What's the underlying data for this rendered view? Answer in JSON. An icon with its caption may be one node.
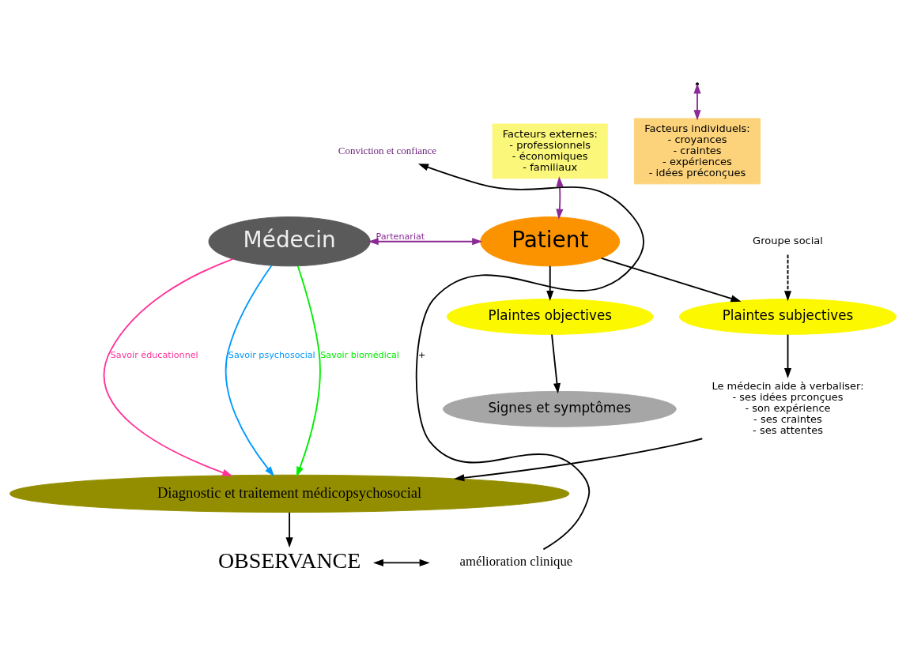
{
  "diagram": {
    "nodes": [
      {
        "text": [
          "Médecin"
        ]
      },
      {
        "text": [
          "Patient"
        ]
      },
      {
        "text": [
          "Facteurs individuels:",
          "- croyances",
          "- craintes",
          "- expériences",
          "- idées préconçues"
        ]
      },
      {
        "text": [
          "Facteurs externes:",
          "- professionnels",
          "- économiques",
          "- familiaux"
        ]
      },
      {
        "text": [
          "Groupe social"
        ]
      },
      {
        "text": [
          "Plaintes objectives"
        ]
      },
      {
        "text": [
          "Plaintes subjectives"
        ]
      },
      {
        "text": [
          "Signes et symptômes"
        ]
      },
      {
        "text": [
          "Diagnostic et traitement médicopsychosocial"
        ]
      },
      {
        "text": [
          "Le médecin aide à verbaliser:",
          "- ses idées prconçues",
          "- son expérience",
          "- ses craintes",
          "- ses attentes"
        ]
      },
      {
        "text": [
          "OBSERVANCE"
        ]
      },
      {
        "text": [
          "amélioration clinique"
        ]
      },
      {
        "text": [
          "Conviction et confiance"
        ]
      }
    ],
    "edges": [
      {
        "from": 0,
        "to": 1,
        "arrow": "both",
        "label": "Partenariat",
        "color": "#8b2a96"
      },
      {
        "from": 3,
        "to": 1,
        "arrow": "both",
        "color": "#8b2a96"
      },
      {
        "from": null,
        "to": 2,
        "arrow": "both",
        "color": "#8b2a96"
      },
      {
        "from": 0,
        "to": 8,
        "arrow": "to",
        "label": "Savoir éducationnel",
        "color": "#ff3399"
      },
      {
        "from": 0,
        "to": 8,
        "arrow": "to",
        "label": "Savoir psychosocial",
        "color": "#0099ff"
      },
      {
        "from": 0,
        "to": 8,
        "arrow": "to",
        "label": "Savoir biomédical",
        "color": "#00ee00"
      },
      {
        "from": 1,
        "to": 5,
        "arrow": "to"
      },
      {
        "from": 1,
        "to": 6,
        "arrow": "to"
      },
      {
        "from": 4,
        "to": 6,
        "arrow": "to",
        "style": "dashed"
      },
      {
        "from": 5,
        "to": 7,
        "arrow": "to"
      },
      {
        "from": 6,
        "to": 9,
        "arrow": "to"
      },
      {
        "from": 9,
        "to": 8,
        "arrow": "to"
      },
      {
        "from": 8,
        "to": 10,
        "arrow": "to"
      },
      {
        "from": 10,
        "to": 11,
        "arrow": "both"
      },
      {
        "from": 11,
        "to": 12,
        "arrow": "to",
        "label": "+"
      }
    ]
  }
}
